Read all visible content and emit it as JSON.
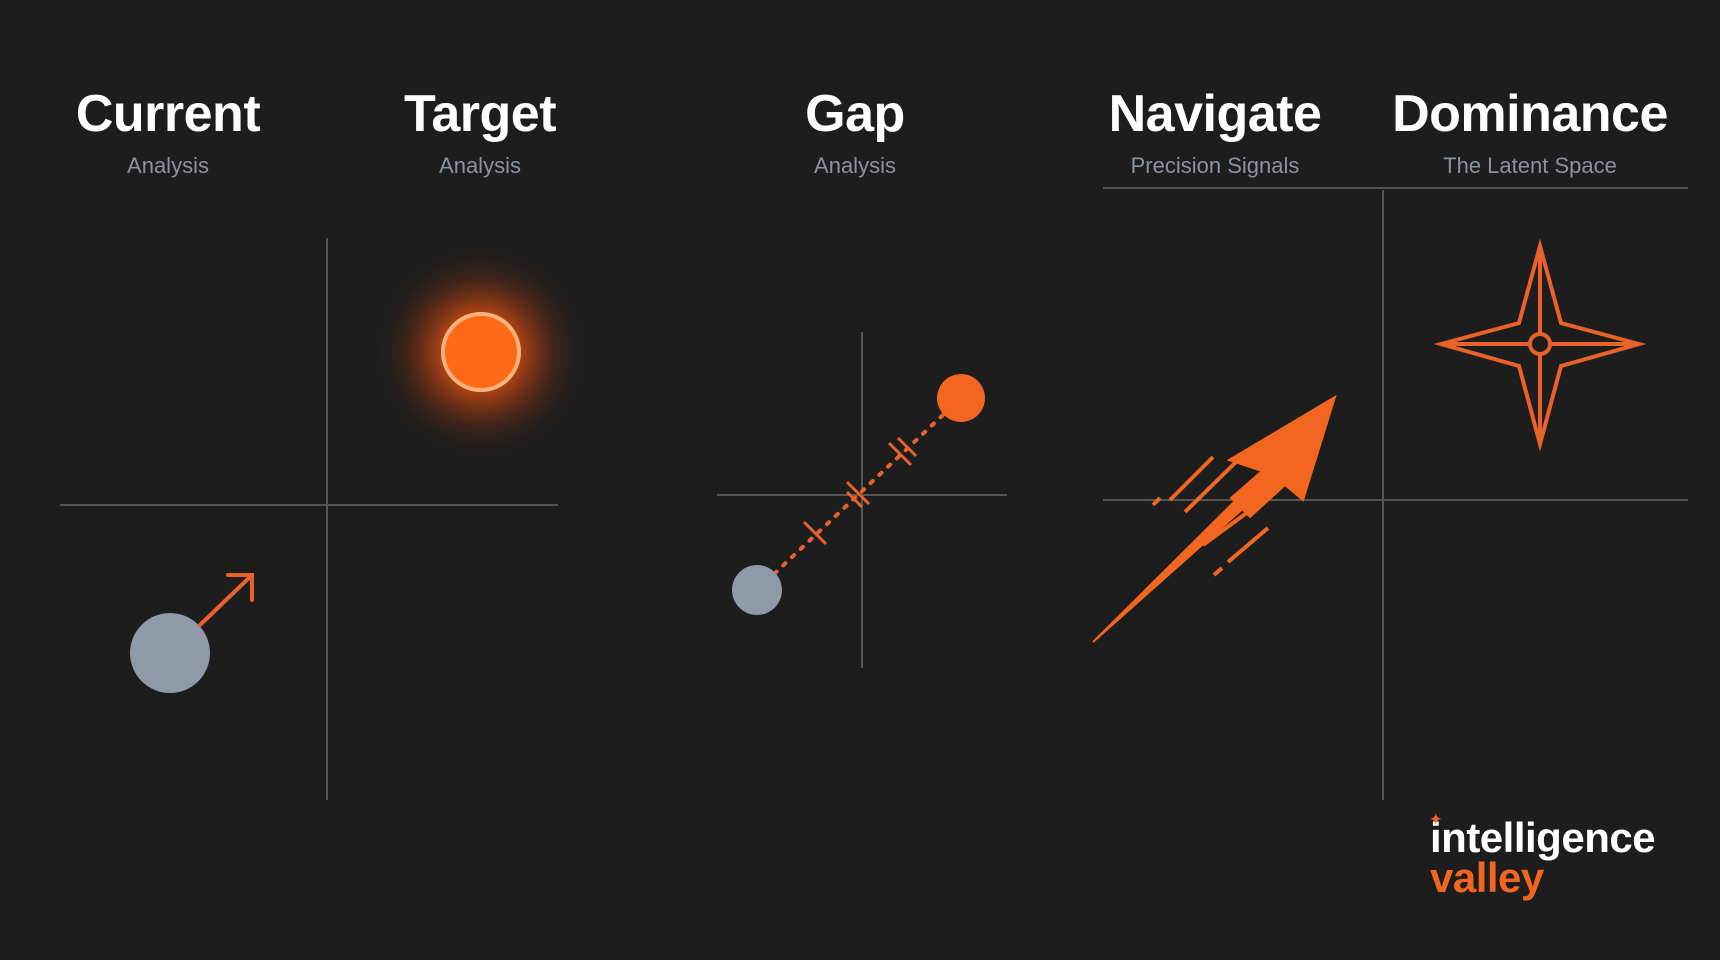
{
  "stages": [
    {
      "title": "Current",
      "subtitle": "Analysis"
    },
    {
      "title": "Target",
      "subtitle": "Analysis"
    },
    {
      "title": "Gap",
      "subtitle": "Analysis"
    },
    {
      "title": "Navigate",
      "subtitle": "Precision Signals"
    },
    {
      "title": "Dominance",
      "subtitle": "The Latent Space"
    }
  ],
  "logo": {
    "line1": "intelligence",
    "line2": "valley"
  },
  "colors": {
    "background": "#1d1d1d",
    "accent": "#f2661f",
    "node_gray": "#8e9aa8",
    "axis": "#555555",
    "title": "#ffffff",
    "subtitle": "#8a93a0"
  },
  "icons": [
    "current-position-dot",
    "direction-arrow-icon",
    "glowing-target-sun",
    "gap-path",
    "navigate-arrow-icon",
    "compass-star-icon"
  ]
}
